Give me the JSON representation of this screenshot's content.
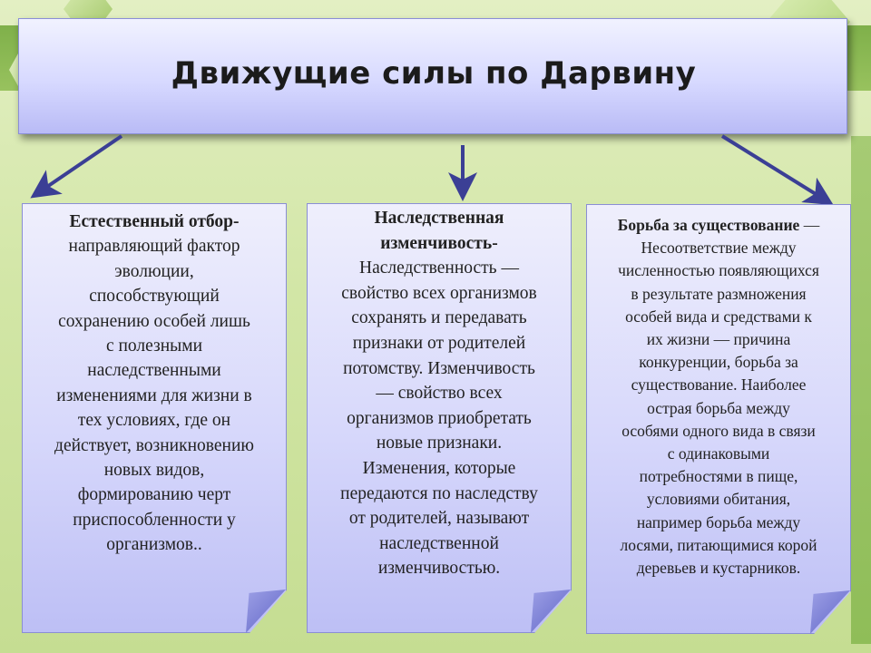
{
  "title": "Движущие силы по Дарвину",
  "cards": [
    {
      "heading": "Естественный отбор-",
      "lines": [
        "направляющий фактор",
        "эволюции,",
        "способствующий",
        "сохранению особей лишь",
        "с полезными",
        "наследственными",
        "изменениями для жизни в",
        "тех условиях, где он",
        "действует, возникновению",
        "новых видов,",
        "формированию черт",
        "приспособленности у",
        "организмов.."
      ]
    },
    {
      "heading_lines": [
        "Наследственная",
        "изменчивость-"
      ],
      "lines": [
        "Наследственность —",
        "свойство всех организмов",
        "сохранять и передавать",
        "признаки от родителей",
        "потомству. Изменчивость",
        "— свойство всех",
        "организмов приобретать",
        "новые признаки.",
        "Изменения, которые",
        "передаются по наследству",
        "от родителей, называют",
        "наследственной",
        "изменчивостью."
      ]
    },
    {
      "heading": "Борьба за существование",
      "heading_suffix": " —",
      "lines": [
        "Несоответствие между",
        "численностью появляющихся",
        "в результате размножения",
        "особей вида и средствами к",
        "их жизни — причина",
        "конкуренции, борьба за",
        "существование.  Наиболее",
        "острая борьба между",
        "особями одного вида в связи",
        "с одинаковыми",
        "потребностями в пище,",
        "условиями обитания,",
        "например борьба между",
        "лосями, питающимися  корой",
        "деревьев и кустарников."
      ]
    }
  ],
  "colors": {
    "arrow": "#3b3f95",
    "box_border": "#8a8ed4"
  }
}
